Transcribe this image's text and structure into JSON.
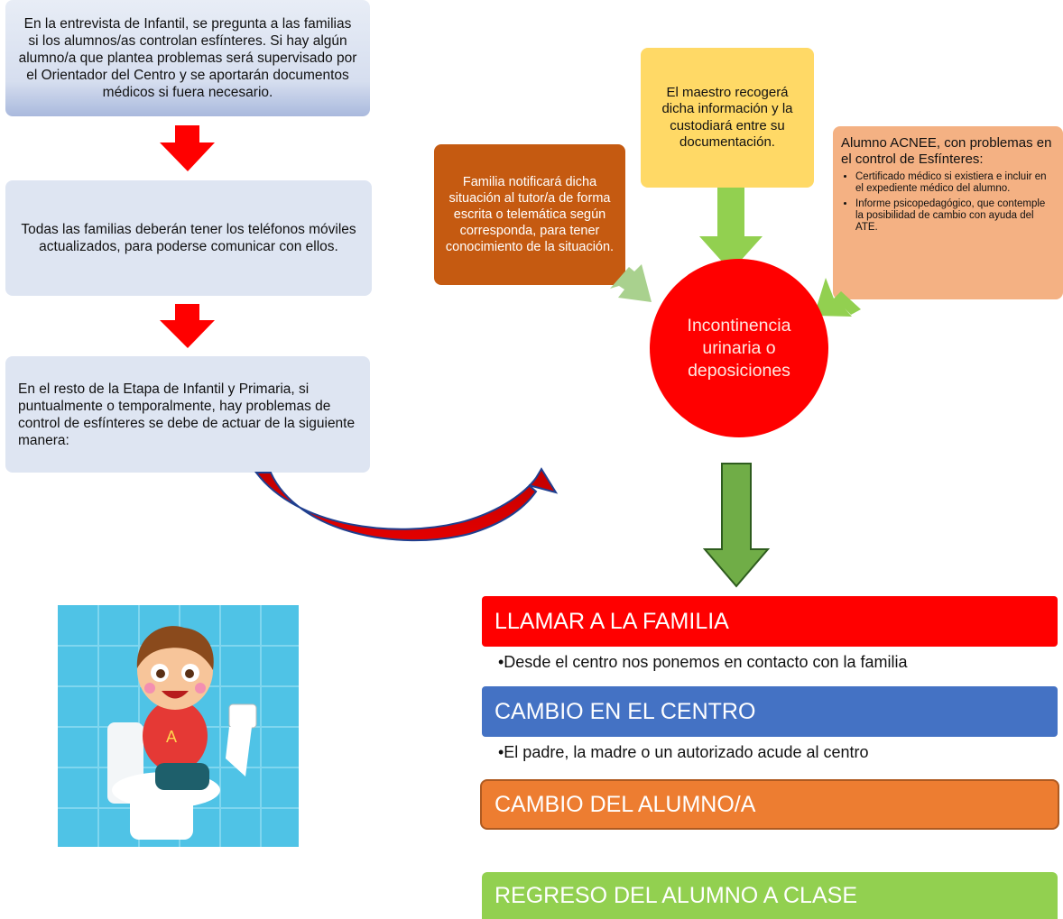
{
  "left": {
    "box1": "En la entrevista de Infantil, se pregunta a las familias si los alumnos/as controlan esfínteres. Si hay algún alumno/a que plantea problemas será supervisado por el Orientador del Centro y se aportarán documentos médicos si fuera necesario.",
    "box2": "Todas las familias deberán tener los teléfonos móviles actualizados, para poderse comunicar con ellos.",
    "box3": "En el resto de la Etapa de Infantil y Primaria, si puntualmente o temporalmente, hay problemas de control de esfínteres se debe de actuar de la siguiente manera:"
  },
  "center": {
    "circle": "Incontinencia urinaria o deposiciones",
    "family_box": "Familia notificará dicha situación al tutor/a de forma escrita o telemática según corresponda, para tener conocimiento de la situación.",
    "teacher_box": "El maestro recogerá dicha información y la custodiará entre su documentación.",
    "acnee": {
      "title": "Alumno ACNEE, con problemas en el control de Esfínteres:",
      "items": [
        "Certificado médico si existiera e incluir en el expediente médico del alumno.",
        "Informe psicopedagógico, que contemple la posibilidad de cambio con ayuda del ATE."
      ]
    }
  },
  "steps": [
    {
      "label": "LLAMAR A LA FAMILIA",
      "color": "#ff0000",
      "sub": "•Desde el centro nos ponemos en contacto con la familia"
    },
    {
      "label": "CAMBIO EN EL CENTRO",
      "color": "#4472c4",
      "sub": "•El padre, la madre o un autorizado acude al centro"
    },
    {
      "label": "CAMBIO DEL ALUMNO/A",
      "color": "#ed7d31",
      "sub": ""
    },
    {
      "label": "REGRESO DEL ALUMNO A CLASE",
      "color": "#92d050",
      "sub": ""
    }
  ],
  "colors": {
    "arrow_red": "#ff0000",
    "arrow_green": "#70ad47",
    "arrow_light_green": "#a9d18e",
    "arrow_bright_green": "#92d050"
  },
  "illustration": "toilet-boy-illustration"
}
